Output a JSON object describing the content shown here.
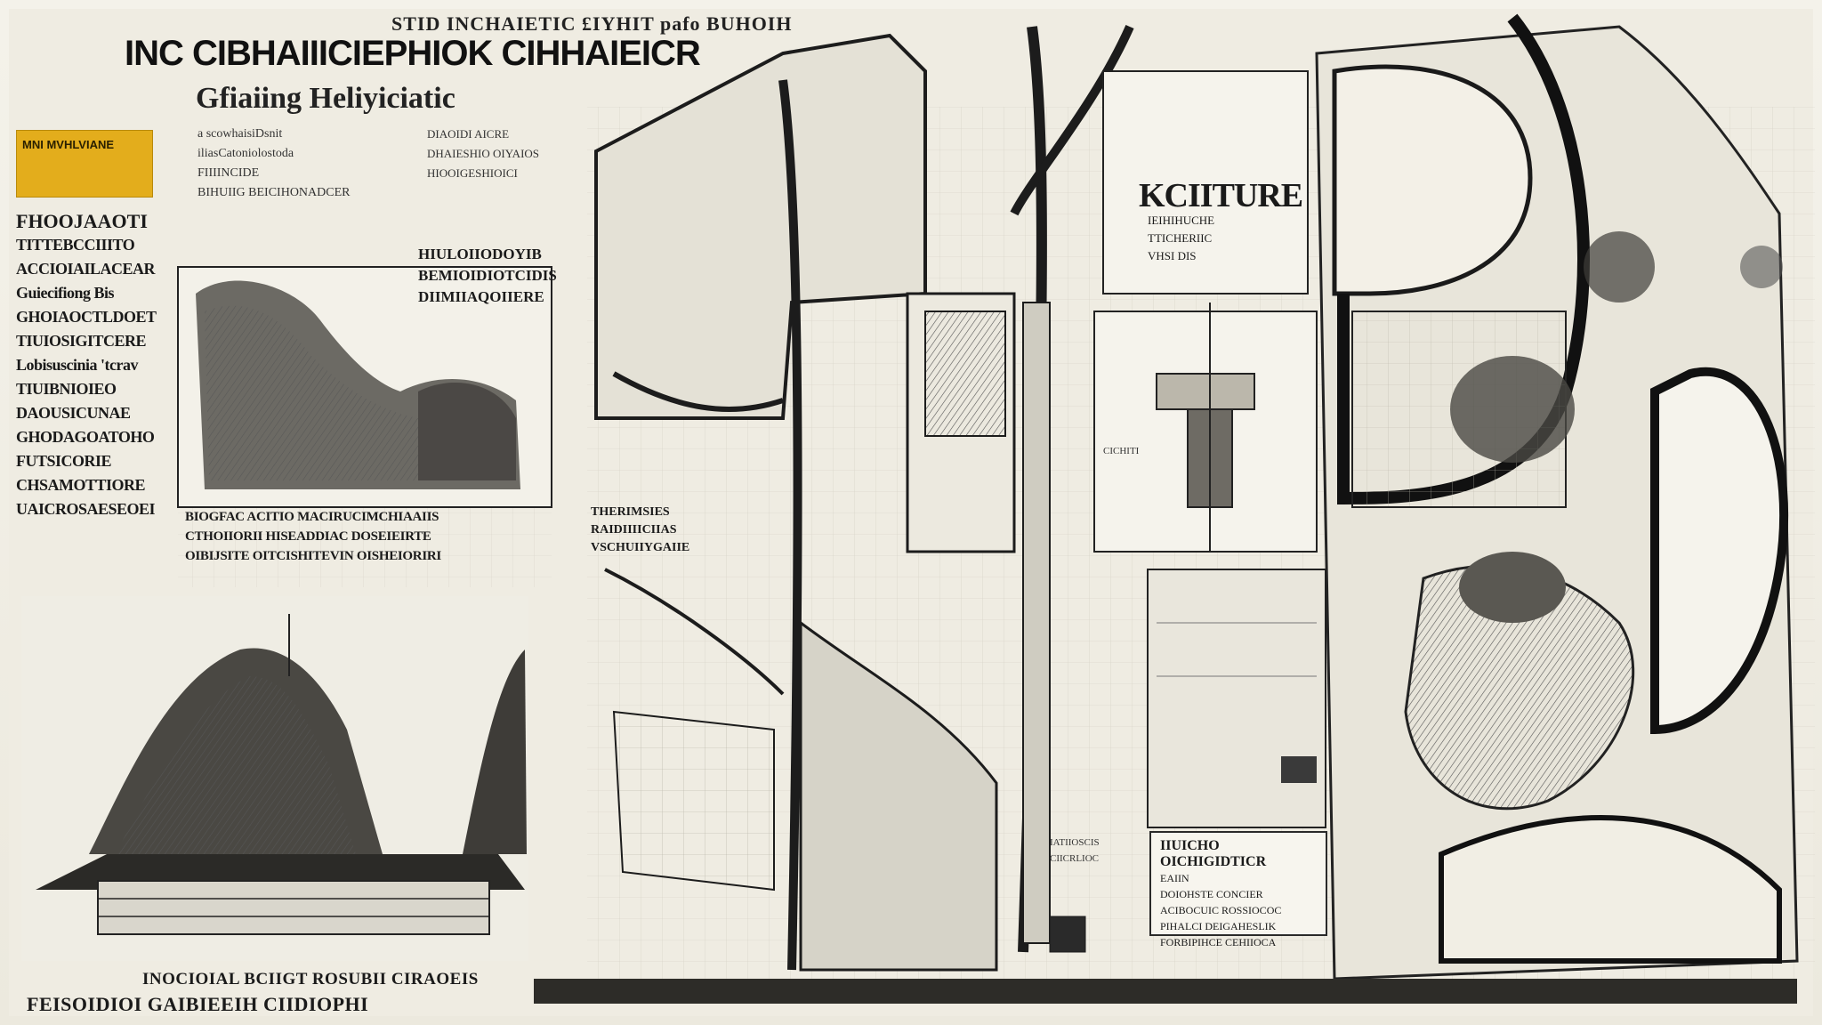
{
  "header": {
    "strip": "STID INCHAIETIC £IYHIT pafo BUHOIH",
    "headline": "INC CIBHAIIICIEPHIOK CIHHAIEICR",
    "subhead": "Gfiaiing Heliyiciatic"
  },
  "left_column": {
    "yellow_tag": "MNI MVHLVIANE",
    "side_heading": "FHOOJAAOTI",
    "side_lines": [
      "TITTEBCCIIITO",
      "ACCIOIAILACEAR",
      "Guiecifiong Bis",
      "GHOIAOCTLDOET",
      "TIUIOSIGITCERE",
      "Lobisuscinia 'tcrav",
      "TIUIBNIOIEO",
      "DAOUSICUNAE",
      "GHODAGOATOHO",
      "FUTSICORIE",
      "CHSAMOTTIORE",
      "UAICROSAESEOEI"
    ],
    "intro_lines": [
      "a scowhaisiDsnit",
      "iliasCatoniolostoda",
      "FIIIINCIDE",
      "BIHUIIG BEICIHONADCER"
    ],
    "mid_lines": [
      "DIAOIDI AICRE",
      "DHAIESHIO OIYAIOS",
      "HIOOIGESHIOICI"
    ],
    "caption_a": [
      "HIULOIIODOYIB",
      "BEMIOIDIOTCIDIS",
      "DIIMIIAQOIIERE"
    ],
    "caption_b": [
      "BIOGFAC ACITIO MACIRUCIMCHIAAIIS",
      "CTHOIIORII HISEADDIAC DOSEIEIRTE",
      "OIBIJSITE OITCISHITEVIN OISHEIORIRI"
    ],
    "caption_c": [
      "THERIMSIES",
      "RAIDIIIICIIAS",
      "VSCHUIIYGAIIE"
    ]
  },
  "center_card": {
    "title": "KCIITURE",
    "sub_lines": [
      "IEIHIHUCHE",
      "TTICHERIIC",
      "VHSI DIS"
    ],
    "small_labels": [
      "CICHITI",
      "IATIIOSCIS",
      "CIICRLIOC"
    ],
    "note_title": "IIUICHO OICHIGIDTICR",
    "note_lines": [
      "EAIIN",
      "DOIOHSTE CONCIER",
      "ACIBOCUIC ROSSIOCOC",
      "PIHALCI DEIGAHESLIK",
      "FORBIPIHCE CEHIIOCA"
    ]
  },
  "footer": {
    "line_a": "INOCIOIAL BCIIGT ROSUBII CIRAOEIS",
    "line_b": "FEISOIDIOI GAIBIEEIH CIIDIOPHI"
  },
  "colors": {
    "paper": "#f1efe6",
    "ink": "#1a1a1a",
    "accent_yellow": "#e3ad1c"
  }
}
